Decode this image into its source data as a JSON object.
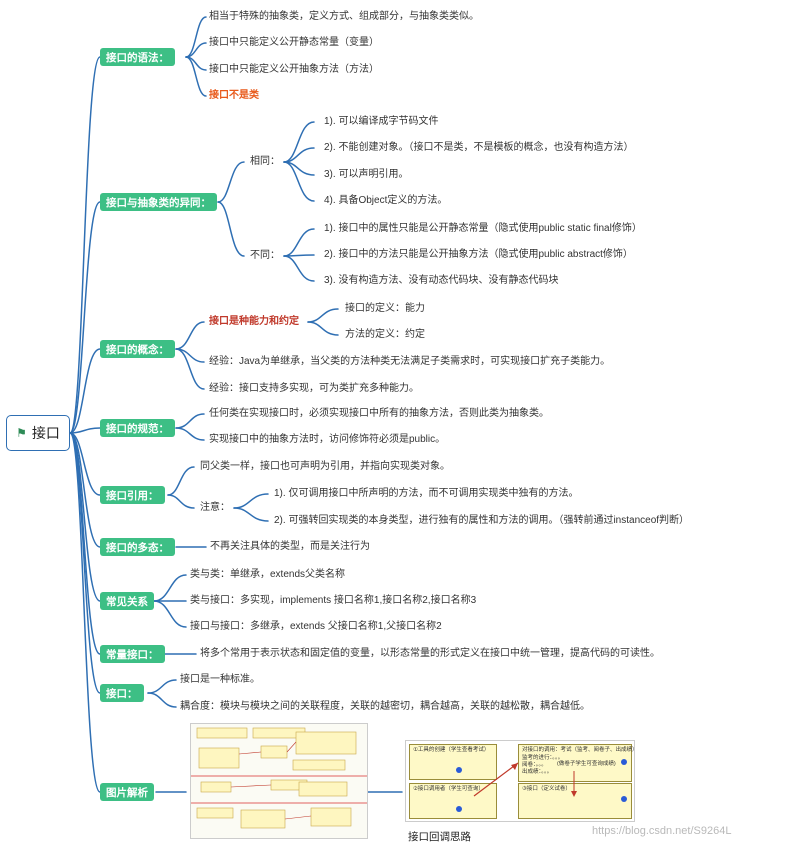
{
  "root": {
    "title": "接口"
  },
  "branches": [
    {
      "label": "接口的语法：",
      "items": [
        "相当于特殊的抽象类，定义方式、组成部分，与抽象类类似。",
        "接口中只能定义公开静态常量（变量）",
        "接口中只能定义公开抽象方法（方法）",
        "接口不是类"
      ]
    },
    {
      "label": "接口与抽象类的异同：",
      "same_label": "相同：",
      "same": [
        "1). 可以编译成字节码文件",
        "2). 不能创建对象。（接口不是类，不是模板的概念，也没有构造方法）",
        "3). 可以声明引用。",
        "4). 具备Object定义的方法。"
      ],
      "diff_label": "不同：",
      "diff": [
        "1). 接口中的属性只能是公开静态常量（隐式使用public static final修饰）",
        "2). 接口中的方法只能是公开抽象方法（隐式使用public abstract修饰）",
        "3). 没有构造方法、没有动态代码块、没有静态代码块"
      ]
    },
    {
      "label": "接口的概念：",
      "concept": "接口是种能力和约定",
      "concept_items": [
        "接口的定义：能力",
        "方法的定义：约定"
      ],
      "items": [
        "经验：Java为单继承，当父类的方法种类无法满足子类需求时，可实现接口扩充子类能力。",
        "经验：接口支持多实现，可为类扩充多种能力。"
      ]
    },
    {
      "label": "接口的规范：",
      "items": [
        "任何类在实现接口时，必须实现接口中所有的抽象方法，否则此类为抽象类。",
        "实现接口中的抽象方法时，访问修饰符必须是public。"
      ]
    },
    {
      "label": "接口引用：",
      "items": [
        "同父类一样，接口也可声明为引用，并指向实现类对象。"
      ],
      "note_label": "注意：",
      "notes": [
        "1). 仅可调用接口中所声明的方法，而不可调用实现类中独有的方法。",
        "2). 可强转回实现类的本身类型，进行独有的属性和方法的调用。（强转前通过instanceof判断）"
      ]
    },
    {
      "label": "接口的多态：",
      "items": [
        "不再关注具体的类型，而是关注行为"
      ]
    },
    {
      "label": "常见关系",
      "items": [
        "类与类：单继承，extends父类名称",
        "类与接口：多实现，implements 接口名称1,接口名称2,接口名称3",
        "接口与接口：多继承，extends 父接口名称1,父接口名称2"
      ]
    },
    {
      "label": "常量接口：",
      "items": [
        "将多个常用于表示状态和固定值的变量，以形态常量的形式定义在接口中统一管理，提高代码的可读性。"
      ]
    },
    {
      "label": "接口：",
      "items": [
        "接口是一种标准。",
        "耦合度：模块与模块之间的关联程度，关联的越密切，耦合越高，关联的越松散，耦合越低。"
      ]
    },
    {
      "label": "图片解析",
      "caption": "接口回调思路"
    }
  ],
  "callback_image": {
    "cards": [
      {
        "title": "①工具的创建（学生查看考试）"
      },
      {
        "title": "②接口调用者（学生可查询）"
      },
      {
        "title": "对接口的调用：考试（监考、阅卷子、出成绩）",
        "lines": [
          "监考的进行：。。。",
          "阅卷：。。。",
          "出成绩：。。。"
        ],
        "note": "(做卷子学生可查询成绩)"
      },
      {
        "title": "③接口（定义试卷）"
      }
    ]
  },
  "watermark": "https://blog.csdn.net/S9264L"
}
